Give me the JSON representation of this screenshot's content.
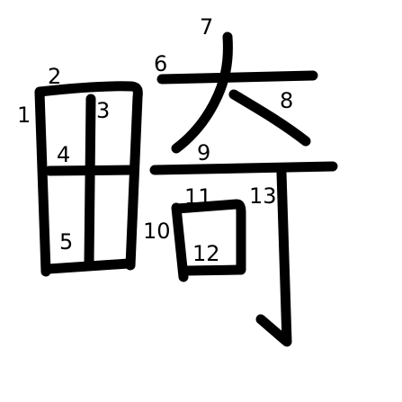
{
  "character": {
    "glyph": "畸",
    "stroke_color": "#000000",
    "label_color": "#000000",
    "stroke_order_labels": [
      "1",
      "2",
      "3",
      "4",
      "5",
      "6",
      "7",
      "8",
      "9",
      "10",
      "11",
      "12",
      "13"
    ]
  }
}
